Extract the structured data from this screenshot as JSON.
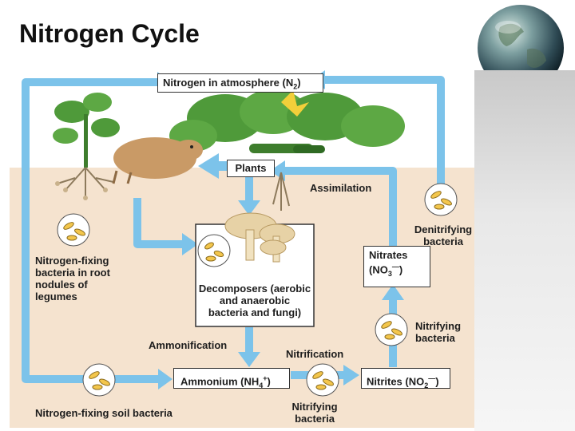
{
  "slide": {
    "title": "Nitrogen Cycle"
  },
  "diagram": {
    "atmosphere_box": {
      "text": "Nitrogen in atmosphere (N",
      "sub": "2",
      "close": ")"
    },
    "plants_box": "Plants",
    "assimilation": "Assimilation",
    "denitrifying_label": [
      "Denitrifying",
      "bacteria"
    ],
    "nitrates_box": {
      "line1": "Nitrates",
      "text": "(NO",
      "sub": "3",
      "sup": "—",
      "close": ")"
    },
    "nitrogen_fixing_root": [
      "Nitrogen-fixing",
      "bacteria in root",
      "nodules of",
      "legumes"
    ],
    "decomposers": [
      "Decomposers (aerobic",
      "and anaerobic",
      "bacteria and fungi)"
    ],
    "ammonification": "Ammonification",
    "nitrification": "Nitrification",
    "nitrifying_right": [
      "Nitrifying",
      "bacteria"
    ],
    "ammonium_box": {
      "text": "Ammonium (NH",
      "sub": "4",
      "sup": "+",
      "close": ")"
    },
    "nitrites_box": {
      "text": "Nitrites (NO",
      "sub": "2",
      "sup": "—",
      "close": ")"
    },
    "soil_bacteria": "Nitrogen-fixing soil bacteria",
    "nitrifying_bottom": [
      "Nitrifying",
      "bacteria"
    ]
  },
  "colors": {
    "arrow": "#7cc3ea",
    "soil": "#f5e3cf",
    "sky": "#ffffff",
    "leaf": "#4f9a3a",
    "mole": "#c99a66",
    "mushroom": "#e7d2a6"
  }
}
